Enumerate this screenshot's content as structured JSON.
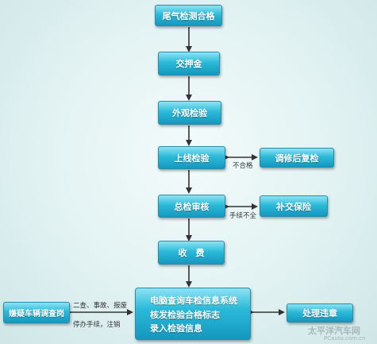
{
  "flow": {
    "step1": "尾气检测合格",
    "step2": "交押金",
    "step3": "外观检验",
    "step4": "上线检验",
    "step5": "总检审核",
    "step6": "收　费",
    "final_lines": [
      "电脑查询车检信息系统",
      "核发检验合格标志",
      "录入检验信息"
    ]
  },
  "side": {
    "repair": "调修后复检",
    "repair_note": "不合格",
    "insurance": "补交保险",
    "insurance_note": "手续不全",
    "violation": "处理违章",
    "suspect": "嫌疑车辆调查岗",
    "suspect_note1": "二查、事故、报废",
    "suspect_note2": "停办手续，注销"
  },
  "watermark": {
    "brand": "太平洋汽车网",
    "url": "PCauto.com.cn"
  },
  "colors": {
    "box_top": "#8ee3f3",
    "box_bottom": "#1597bf",
    "arrow": "#333333"
  }
}
